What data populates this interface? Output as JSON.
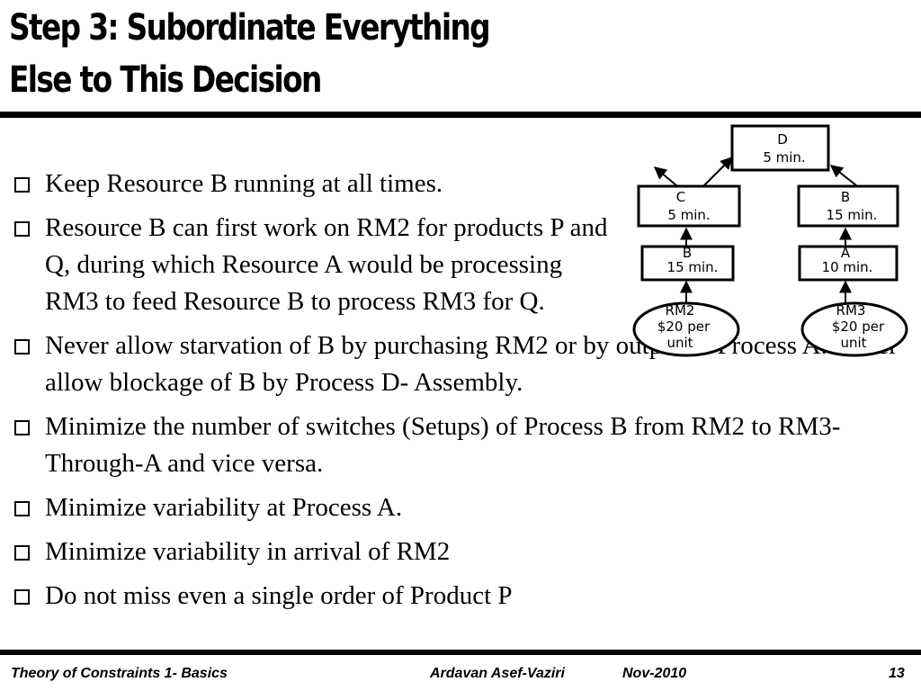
{
  "slide": {
    "title_line1": "Step 3: Subordinate Everything",
    "title_line2": "Else to This Decision",
    "bullets": [
      "Keep Resource B running at all times.",
      "Resource B can first work on RM2 for products P and Q, during which Resource A would be processing RM3 to feed Resource B to process RM3 for Q.",
      "Never allow starvation of B by purchasing RM2 or by output of Process A. Never allow blockage of B by  Process D- Assembly.",
      "Minimize the number of switches (Setups) of Process B from RM2 to RM3-Through-A and vice versa.",
      "Minimize variability at Process A.",
      "Minimize variability in arrival of RM2",
      "Do not miss even a single order of Product P"
    ]
  },
  "diagram": {
    "d": {
      "name": "D",
      "time": "5 min."
    },
    "c": {
      "name": "C",
      "time": "5 min."
    },
    "b_top": {
      "name": "B",
      "time": "15 min."
    },
    "b_low": {
      "name": "B",
      "time": "15 min."
    },
    "a": {
      "name": "A",
      "time": "10 min."
    },
    "rm2": {
      "line1": "RM2",
      "line2": "$20 per",
      "line3": "unit"
    },
    "rm3": {
      "line1": "RM3",
      "line2": "$20 per",
      "line3": "unit"
    }
  },
  "footer": {
    "left": "Theory of Constraints 1- Basics",
    "author": "Ardavan Asef-Vaziri",
    "date": "Nov-2010",
    "page": "13"
  }
}
